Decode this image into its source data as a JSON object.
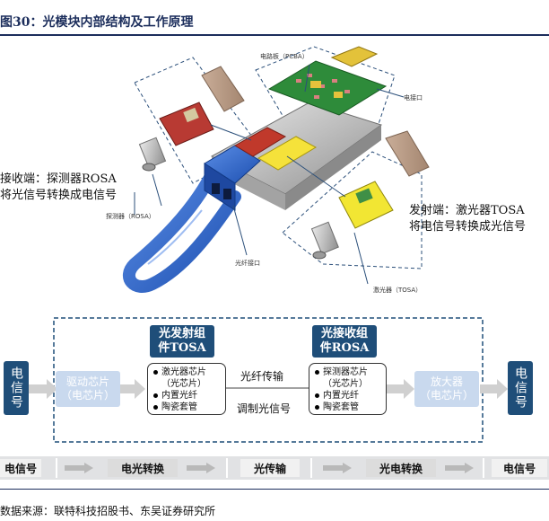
{
  "figure": {
    "title": "图30：光模块内部结构及工作原理",
    "source": "数据来源：联特科技招股书、东吴证券研究所"
  },
  "illustration": {
    "callouts": {
      "pcba": "电路板（PCBA）",
      "electrical_interface": "电接口",
      "detector": "探测器（ROSA）",
      "laser": "激光器（TOSA）",
      "fiber_interface": "光纤接口"
    },
    "left_note": {
      "line1": "接收端：探测器ROSA",
      "line2": "将光信号转换成电信号"
    },
    "right_note": {
      "line1": "发射端：激光器TOSA",
      "line2": "将电信号转换成光信号"
    }
  },
  "flow": {
    "left_signal": "电信号",
    "driver_chip": {
      "line1": "驱动芯片",
      "line2": "（电芯片）"
    },
    "tosa": {
      "title_line1": "光发射组",
      "title_line2": "件TOSA",
      "items": [
        "激光器芯片",
        "（光芯片）",
        "内置光纤",
        "陶瓷套管"
      ]
    },
    "fiber_transmission": "光纤传输",
    "modulated_signal": "调制光信号",
    "rosa": {
      "title_line1": "光接收组",
      "title_line2": "件ROSA",
      "items": [
        "探测器芯片",
        "（光芯片）",
        "内置光纤",
        "陶瓷套管"
      ]
    },
    "amplifier": {
      "line1": "放大器",
      "line2": "（电芯片）"
    },
    "right_signal": "电信号"
  },
  "bottom_bar": {
    "steps": [
      "电信号",
      "电光转换",
      "光传输",
      "光电转换",
      "电信号"
    ]
  }
}
